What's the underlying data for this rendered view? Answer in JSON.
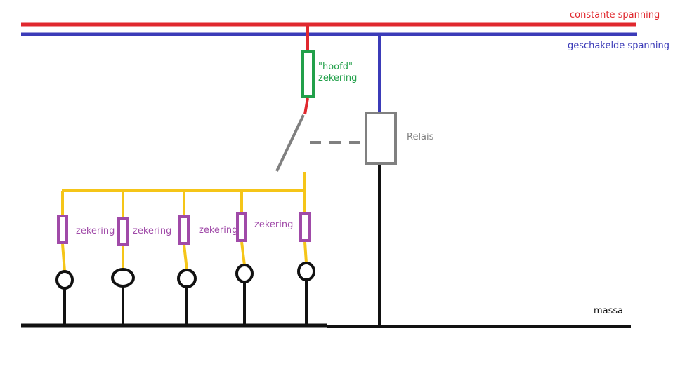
{
  "labels": {
    "constant": "constante spanning",
    "switched": "geschakelde spanning",
    "main_fuse_line1": "\"hoofd\"",
    "main_fuse_line2": "zekering",
    "relay": "Relais",
    "ground": "massa",
    "fuse": "zekering"
  },
  "colors": {
    "constant_line": "#e0282e",
    "switched_line": "#3b3bb8",
    "main_fuse": "#22a04a",
    "relay": "#808080",
    "branch": "#f5c518",
    "fuse": "#a04aa8",
    "ground": "#111111"
  },
  "branch_count": 5
}
